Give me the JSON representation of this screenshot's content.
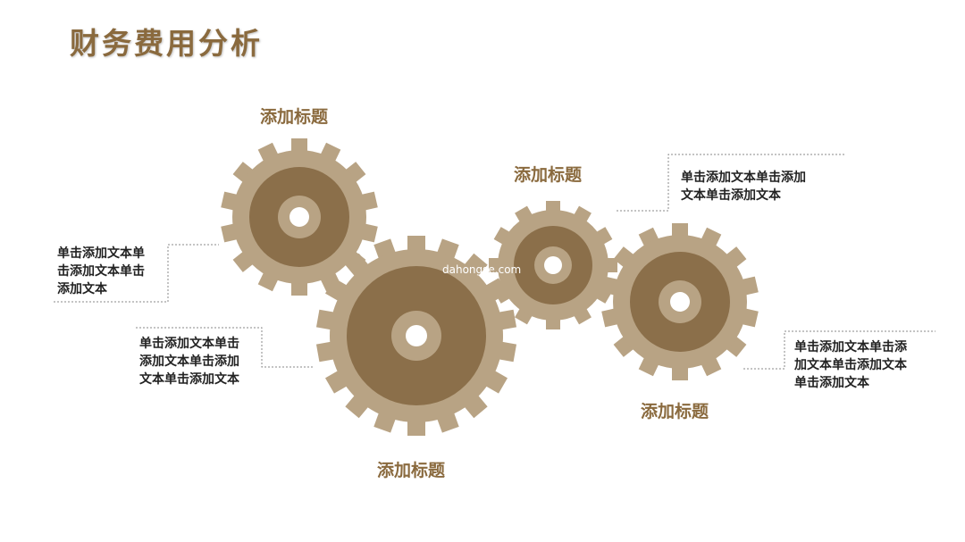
{
  "page": {
    "title": "财务费用分析"
  },
  "gears": [
    {
      "title": "添加标题"
    },
    {
      "title": "添加标题"
    },
    {
      "title": "添加标题"
    },
    {
      "title": "添加标题"
    }
  ],
  "notes": [
    {
      "lines": [
        "单击添加文本单",
        "击添加文本单击",
        "添加文本"
      ]
    },
    {
      "lines": [
        "单击添加文本单击",
        "添加文本单击添加",
        "文本单击添加文本"
      ]
    },
    {
      "lines": [
        "单击添加文本单击添加",
        "文本单击添加文本"
      ]
    },
    {
      "lines": [
        "单击添加文本单击添",
        "加文本单击添加文本",
        "单击添加文本"
      ]
    }
  ],
  "watermark": "dahongse.com",
  "colors": {
    "outer": "#b8a384",
    "inner": "#8b6f4a",
    "accent": "#8a6a3e"
  }
}
